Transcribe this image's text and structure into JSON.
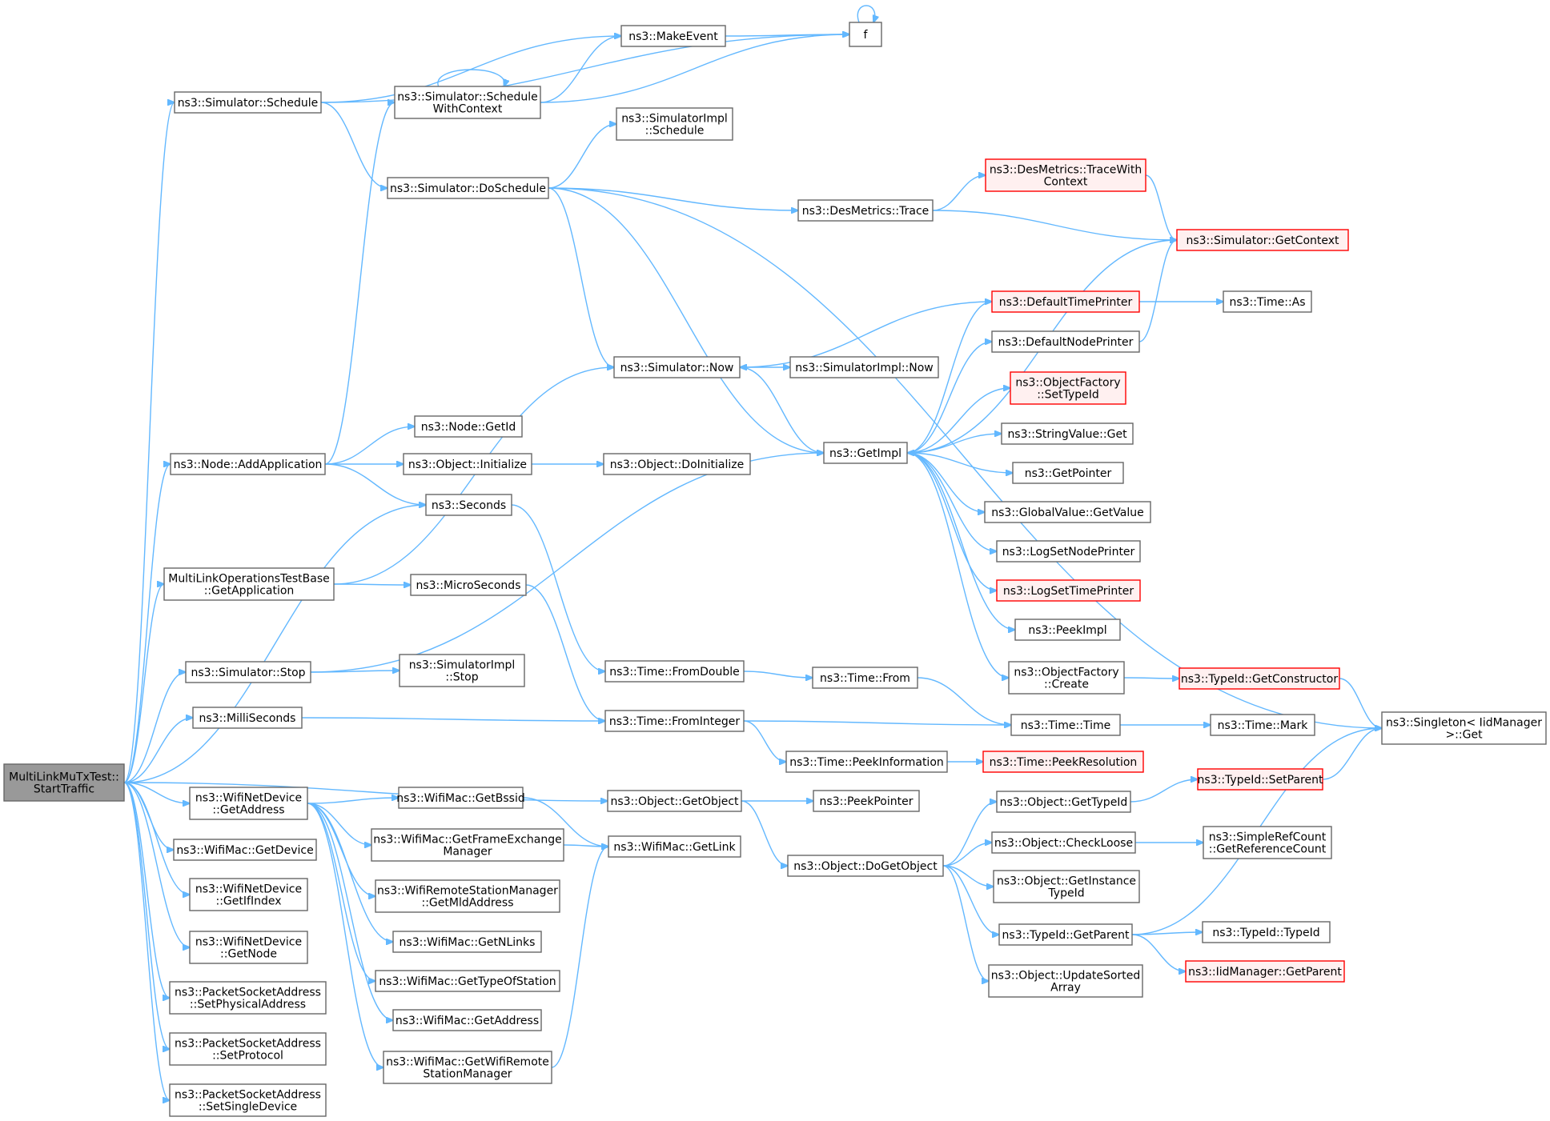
{
  "colors": {
    "edge": "#63b8ff",
    "normal_fill": "#ffffff",
    "normal_stroke": "#666666",
    "root_fill": "#999999",
    "root_stroke": "#666666",
    "truncated_fill": "#fff0f0",
    "truncated_stroke": "#ff0000"
  },
  "nodes": [
    {
      "id": "root",
      "lines": [
        "MultiLinkMuTxTest::",
        "StartTraffic"
      ],
      "style": "root"
    },
    {
      "id": "sim_schedule",
      "lines": [
        "ns3::Simulator::Schedule"
      ],
      "style": "normal"
    },
    {
      "id": "makeevent",
      "lines": [
        "ns3::MakeEvent"
      ],
      "style": "normal"
    },
    {
      "id": "f",
      "lines": [
        "f"
      ],
      "style": "normal"
    },
    {
      "id": "sched_ctx",
      "lines": [
        "ns3::Simulator::Schedule",
        "WithContext"
      ],
      "style": "normal"
    },
    {
      "id": "simimpl_sched",
      "lines": [
        "ns3::SimulatorImpl",
        "::Schedule"
      ],
      "style": "normal"
    },
    {
      "id": "doschedule",
      "lines": [
        "ns3::Simulator::DoSchedule"
      ],
      "style": "normal"
    },
    {
      "id": "desmetrics_trace",
      "lines": [
        "ns3::DesMetrics::Trace"
      ],
      "style": "normal"
    },
    {
      "id": "desmetrics_tracectx",
      "lines": [
        "ns3::DesMetrics::TraceWith",
        "Context"
      ],
      "style": "truncated"
    },
    {
      "id": "getcontext",
      "lines": [
        "ns3::Simulator::GetContext"
      ],
      "style": "truncated"
    },
    {
      "id": "defaulttimeprinter",
      "lines": [
        "ns3::DefaultTimePrinter"
      ],
      "style": "truncated"
    },
    {
      "id": "time_as",
      "lines": [
        "ns3::Time::As"
      ],
      "style": "normal"
    },
    {
      "id": "defaultnodeprinter",
      "lines": [
        "ns3::DefaultNodePrinter"
      ],
      "style": "normal"
    },
    {
      "id": "sim_now",
      "lines": [
        "ns3::Simulator::Now"
      ],
      "style": "normal"
    },
    {
      "id": "simimpl_now",
      "lines": [
        "ns3::SimulatorImpl::Now"
      ],
      "style": "normal"
    },
    {
      "id": "of_settypeid",
      "lines": [
        "ns3::ObjectFactory",
        "::SetTypeId"
      ],
      "style": "truncated"
    },
    {
      "id": "node_getid",
      "lines": [
        "ns3::Node::GetId"
      ],
      "style": "normal"
    },
    {
      "id": "stringvalue_get",
      "lines": [
        "ns3::StringValue::Get"
      ],
      "style": "normal"
    },
    {
      "id": "getimpl",
      "lines": [
        "ns3::GetImpl"
      ],
      "style": "normal"
    },
    {
      "id": "node_addapp",
      "lines": [
        "ns3::Node::AddApplication"
      ],
      "style": "normal"
    },
    {
      "id": "obj_initialize",
      "lines": [
        "ns3::Object::Initialize"
      ],
      "style": "normal"
    },
    {
      "id": "obj_doinitialize",
      "lines": [
        "ns3::Object::DoInitialize"
      ],
      "style": "normal"
    },
    {
      "id": "getpointer",
      "lines": [
        "ns3::GetPointer"
      ],
      "style": "normal"
    },
    {
      "id": "seconds",
      "lines": [
        "ns3::Seconds"
      ],
      "style": "normal"
    },
    {
      "id": "gv_getvalue",
      "lines": [
        "ns3::GlobalValue::GetValue"
      ],
      "style": "normal"
    },
    {
      "id": "mlo_getapp",
      "lines": [
        "MultiLinkOperationsTestBase",
        "::GetApplication"
      ],
      "style": "normal"
    },
    {
      "id": "microseconds",
      "lines": [
        "ns3::MicroSeconds"
      ],
      "style": "normal"
    },
    {
      "id": "logsetnodeprinter",
      "lines": [
        "ns3::LogSetNodePrinter"
      ],
      "style": "normal"
    },
    {
      "id": "logsettimeprinter",
      "lines": [
        "ns3::LogSetTimePrinter"
      ],
      "style": "truncated"
    },
    {
      "id": "peekimpl",
      "lines": [
        "ns3::PeekImpl"
      ],
      "style": "normal"
    },
    {
      "id": "sim_stop",
      "lines": [
        "ns3::Simulator::Stop"
      ],
      "style": "normal"
    },
    {
      "id": "simimpl_stop",
      "lines": [
        "ns3::SimulatorImpl",
        "::Stop"
      ],
      "style": "normal"
    },
    {
      "id": "time_fromdouble",
      "lines": [
        "ns3::Time::FromDouble"
      ],
      "style": "normal"
    },
    {
      "id": "time_from",
      "lines": [
        "ns3::Time::From"
      ],
      "style": "normal"
    },
    {
      "id": "of_create",
      "lines": [
        "ns3::ObjectFactory",
        "::Create"
      ],
      "style": "normal"
    },
    {
      "id": "typeid_getctor",
      "lines": [
        "ns3::TypeId::GetConstructor"
      ],
      "style": "truncated"
    },
    {
      "id": "milliseconds",
      "lines": [
        "ns3::MilliSeconds"
      ],
      "style": "normal"
    },
    {
      "id": "time_fromint",
      "lines": [
        "ns3::Time::FromInteger"
      ],
      "style": "normal"
    },
    {
      "id": "time_time",
      "lines": [
        "ns3::Time::Time"
      ],
      "style": "normal"
    },
    {
      "id": "time_mark",
      "lines": [
        "ns3::Time::Mark"
      ],
      "style": "normal"
    },
    {
      "id": "singleton_get",
      "lines": [
        "ns3::Singleton< IidManager",
        " >::Get"
      ],
      "style": "normal"
    },
    {
      "id": "time_peekinfo",
      "lines": [
        "ns3::Time::PeekInformation"
      ],
      "style": "normal"
    },
    {
      "id": "time_peekres",
      "lines": [
        "ns3::Time::PeekResolution"
      ],
      "style": "truncated"
    },
    {
      "id": "typeid_setparent",
      "lines": [
        "ns3::TypeId::SetParent"
      ],
      "style": "truncated"
    },
    {
      "id": "wnd_getaddress",
      "lines": [
        "ns3::WifiNetDevice",
        "::GetAddress"
      ],
      "style": "normal"
    },
    {
      "id": "wm_getbssid",
      "lines": [
        "ns3::WifiMac::GetBssid"
      ],
      "style": "normal"
    },
    {
      "id": "obj_getobject",
      "lines": [
        "ns3::Object::GetObject"
      ],
      "style": "normal"
    },
    {
      "id": "peekpointer",
      "lines": [
        "ns3::PeekPointer"
      ],
      "style": "normal"
    },
    {
      "id": "obj_gettypeid",
      "lines": [
        "ns3::Object::GetTypeId"
      ],
      "style": "normal"
    },
    {
      "id": "wm_getfem",
      "lines": [
        "ns3::WifiMac::GetFrameExchange",
        "Manager"
      ],
      "style": "normal"
    },
    {
      "id": "wm_getlink",
      "lines": [
        "ns3::WifiMac::GetLink"
      ],
      "style": "normal"
    },
    {
      "id": "wm_getdevice",
      "lines": [
        "ns3::WifiMac::GetDevice"
      ],
      "style": "normal"
    },
    {
      "id": "obj_checkloose",
      "lines": [
        "ns3::Object::CheckLoose"
      ],
      "style": "normal"
    },
    {
      "id": "simplerefcount",
      "lines": [
        "ns3::SimpleRefCount",
        "::GetReferenceCount"
      ],
      "style": "normal"
    },
    {
      "id": "obj_dogetobject",
      "lines": [
        "ns3::Object::DoGetObject"
      ],
      "style": "normal"
    },
    {
      "id": "wnd_getifindex",
      "lines": [
        "ns3::WifiNetDevice",
        "::GetIfIndex"
      ],
      "style": "normal"
    },
    {
      "id": "wrsm_getmld",
      "lines": [
        "ns3::WifiRemoteStationManager",
        "::GetMldAddress"
      ],
      "style": "normal"
    },
    {
      "id": "obj_getinstancetypeid",
      "lines": [
        "ns3::Object::GetInstance",
        "TypeId"
      ],
      "style": "normal"
    },
    {
      "id": "typeid_getparent",
      "lines": [
        "ns3::TypeId::GetParent"
      ],
      "style": "normal"
    },
    {
      "id": "typeid_typeid",
      "lines": [
        "ns3::TypeId::TypeId"
      ],
      "style": "normal"
    },
    {
      "id": "wnd_getnode",
      "lines": [
        "ns3::WifiNetDevice",
        "::GetNode"
      ],
      "style": "normal"
    },
    {
      "id": "wm_getnlinks",
      "lines": [
        "ns3::WifiMac::GetNLinks"
      ],
      "style": "normal"
    },
    {
      "id": "iidmanager_getparent",
      "lines": [
        "ns3::IidManager::GetParent"
      ],
      "style": "truncated"
    },
    {
      "id": "obj_updatesorted",
      "lines": [
        "ns3::Object::UpdateSorted",
        "Array"
      ],
      "style": "normal"
    },
    {
      "id": "wm_gettypeofstation",
      "lines": [
        "ns3::WifiMac::GetTypeOfStation"
      ],
      "style": "normal"
    },
    {
      "id": "psa_setphys",
      "lines": [
        "ns3::PacketSocketAddress",
        "::SetPhysicalAddress"
      ],
      "style": "normal"
    },
    {
      "id": "wm_getaddress",
      "lines": [
        "ns3::WifiMac::GetAddress"
      ],
      "style": "normal"
    },
    {
      "id": "psa_setprotocol",
      "lines": [
        "ns3::PacketSocketAddress",
        "::SetProtocol"
      ],
      "style": "normal"
    },
    {
      "id": "wm_getwrsm",
      "lines": [
        "ns3::WifiMac::GetWifiRemote",
        "StationManager"
      ],
      "style": "normal"
    },
    {
      "id": "psa_setsingle",
      "lines": [
        "ns3::PacketSocketAddress",
        "::SetSingleDevice"
      ],
      "style": "normal"
    }
  ],
  "edges": [
    [
      "root",
      "sim_schedule"
    ],
    [
      "root",
      "node_addapp"
    ],
    [
      "root",
      "seconds"
    ],
    [
      "root",
      "mlo_getapp"
    ],
    [
      "root",
      "sim_stop"
    ],
    [
      "root",
      "milliseconds"
    ],
    [
      "root",
      "wnd_getaddress"
    ],
    [
      "root",
      "obj_getobject"
    ],
    [
      "root",
      "wm_getdevice"
    ],
    [
      "root",
      "wnd_getifindex"
    ],
    [
      "root",
      "wnd_getnode"
    ],
    [
      "root",
      "psa_setphys"
    ],
    [
      "root",
      "psa_setprotocol"
    ],
    [
      "root",
      "psa_setsingle"
    ],
    [
      "sim_schedule",
      "f"
    ],
    [
      "sim_schedule",
      "makeevent"
    ],
    [
      "sim_schedule",
      "doschedule"
    ],
    [
      "makeevent",
      "f"
    ],
    [
      "f",
      "f"
    ],
    [
      "sched_ctx",
      "f"
    ],
    [
      "sched_ctx",
      "makeevent"
    ],
    [
      "sched_ctx",
      "sched_ctx"
    ],
    [
      "doschedule",
      "simimpl_sched"
    ],
    [
      "doschedule",
      "singleton_get"
    ],
    [
      "doschedule",
      "desmetrics_trace"
    ],
    [
      "doschedule",
      "sim_now"
    ],
    [
      "doschedule",
      "getimpl"
    ],
    [
      "desmetrics_trace",
      "desmetrics_tracectx"
    ],
    [
      "desmetrics_trace",
      "getcontext"
    ],
    [
      "desmetrics_tracectx",
      "getcontext"
    ],
    [
      "getcontext",
      "getimpl"
    ],
    [
      "defaulttimeprinter",
      "time_as"
    ],
    [
      "defaulttimeprinter",
      "sim_now"
    ],
    [
      "defaultnodeprinter",
      "getcontext"
    ],
    [
      "sim_now",
      "simimpl_now"
    ],
    [
      "sim_now",
      "getimpl"
    ],
    [
      "getimpl",
      "defaulttimeprinter"
    ],
    [
      "getimpl",
      "defaultnodeprinter"
    ],
    [
      "getimpl",
      "of_settypeid"
    ],
    [
      "getimpl",
      "stringvalue_get"
    ],
    [
      "getimpl",
      "getpointer"
    ],
    [
      "getimpl",
      "gv_getvalue"
    ],
    [
      "getimpl",
      "logsetnodeprinter"
    ],
    [
      "getimpl",
      "logsettimeprinter"
    ],
    [
      "getimpl",
      "peekimpl"
    ],
    [
      "getimpl",
      "of_create"
    ],
    [
      "node_addapp",
      "sched_ctx"
    ],
    [
      "node_addapp",
      "node_getid"
    ],
    [
      "node_addapp",
      "obj_initialize"
    ],
    [
      "node_addapp",
      "seconds"
    ],
    [
      "obj_initialize",
      "obj_doinitialize"
    ],
    [
      "seconds",
      "time_fromdouble"
    ],
    [
      "mlo_getapp",
      "sim_now"
    ],
    [
      "mlo_getapp",
      "microseconds"
    ],
    [
      "microseconds",
      "time_fromint"
    ],
    [
      "sim_stop",
      "getimpl"
    ],
    [
      "sim_stop",
      "simimpl_stop"
    ],
    [
      "time_fromdouble",
      "time_from"
    ],
    [
      "time_from",
      "time_time"
    ],
    [
      "of_create",
      "typeid_getctor"
    ],
    [
      "typeid_getctor",
      "singleton_get"
    ],
    [
      "milliseconds",
      "time_fromint"
    ],
    [
      "time_fromint",
      "time_time"
    ],
    [
      "time_fromint",
      "time_peekinfo"
    ],
    [
      "time_time",
      "time_mark"
    ],
    [
      "time_peekinfo",
      "time_peekres"
    ],
    [
      "typeid_setparent",
      "singleton_get"
    ],
    [
      "wnd_getaddress",
      "wm_getbssid"
    ],
    [
      "wnd_getaddress",
      "wm_getfem"
    ],
    [
      "wnd_getaddress",
      "wrsm_getmld"
    ],
    [
      "wnd_getaddress",
      "wm_getnlinks"
    ],
    [
      "wnd_getaddress",
      "wm_gettypeofstation"
    ],
    [
      "wnd_getaddress",
      "wm_getaddress"
    ],
    [
      "wnd_getaddress",
      "wm_getwrsm"
    ],
    [
      "wm_getbssid",
      "wm_getlink"
    ],
    [
      "wm_getfem",
      "wm_getlink"
    ],
    [
      "wm_getwrsm",
      "wm_getlink"
    ],
    [
      "obj_getobject",
      "peekpointer"
    ],
    [
      "obj_getobject",
      "obj_dogetobject"
    ],
    [
      "obj_dogetobject",
      "obj_gettypeid"
    ],
    [
      "obj_dogetobject",
      "obj_checkloose"
    ],
    [
      "obj_dogetobject",
      "obj_getinstancetypeid"
    ],
    [
      "obj_dogetobject",
      "typeid_getparent"
    ],
    [
      "obj_dogetobject",
      "obj_updatesorted"
    ],
    [
      "obj_gettypeid",
      "typeid_setparent"
    ],
    [
      "obj_checkloose",
      "simplerefcount"
    ],
    [
      "typeid_getparent",
      "typeid_typeid"
    ],
    [
      "typeid_getparent",
      "iidmanager_getparent"
    ],
    [
      "typeid_getparent",
      "singleton_get"
    ]
  ]
}
